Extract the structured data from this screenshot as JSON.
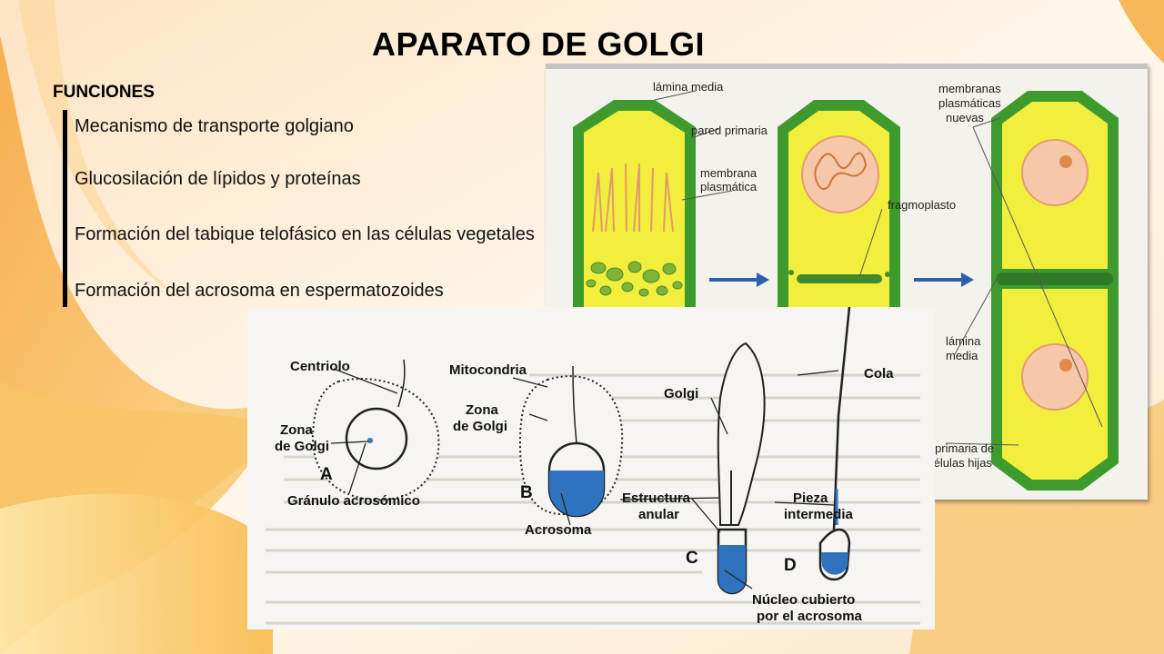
{
  "slide": {
    "title": "APARATO DE GOLGI",
    "section": "FUNCIONES",
    "items": [
      "Mecanismo de transporte golgiano",
      "Glucosilación de lípidos y proteínas",
      "Formación del tabique telofásico en las células vegetales",
      "Formación del acrosoma en espermatozoides"
    ]
  },
  "figure_plant": {
    "labels": {
      "lamina_media_top": "lámina media",
      "pared_primaria": "pared primaria",
      "membrana": "membrana",
      "plasmatica": "plasmática",
      "fragmoplasto": "fragmoplasto",
      "membranas": "membranas",
      "plasmaticas": "plasmáticas",
      "nuevas": "nuevas",
      "lamina": "lámina",
      "media": "media",
      "pared_hijas_1": "ed primaria de",
      "pared_hijas_2": "s células hijas"
    }
  },
  "figure_sperm": {
    "labels": {
      "centriolo": "Centriolo",
      "zona": "Zona",
      "de_golgi": "de Golgi",
      "granulo": "Gránulo acrosómico",
      "mitocondria": "Mitocondria",
      "zona_b": "Zona",
      "de_golgi_b": "de Golgi",
      "acrosoma": "Acrosoma",
      "golgi": "Golgi",
      "estructura": "Estructura",
      "anular": "anular",
      "cola": "Cola",
      "pieza": "Pieza",
      "intermedia": "intermedia",
      "nucleo_1": "Núcleo cubierto",
      "nucleo_2": "por el acrosoma",
      "letter_a": "A",
      "letter_b": "B",
      "letter_c": "C",
      "letter_d": "D"
    }
  },
  "colors": {
    "title": "#000000",
    "wall_green": "#3f9a2e",
    "cell_yellow": "#f2ef3c",
    "nucleus_pink": "#f6c7a8",
    "arrow_blue": "#2a5fb0",
    "acrosome_blue": "#2f73bf"
  }
}
